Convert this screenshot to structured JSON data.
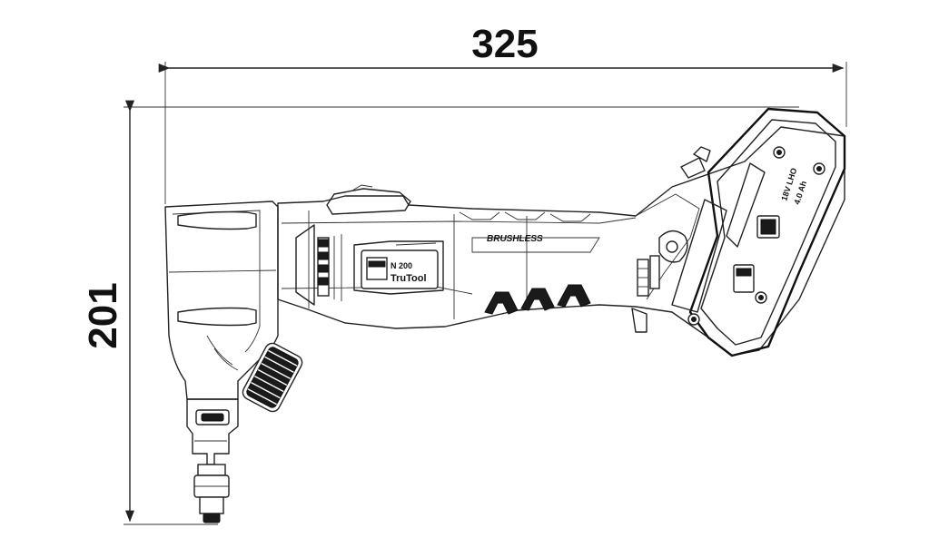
{
  "dimensions": {
    "width_label": "325",
    "height_label": "201"
  },
  "tool": {
    "logo_text": "TruTool",
    "model_text": "N 200",
    "brand_strip": "BRUSHLESS",
    "battery_voltage": "18V LHO",
    "battery_capacity": "4.0 Ah"
  },
  "colors": {
    "line": "#222222",
    "fill_dark": "#1a1a1a",
    "background": "#ffffff"
  }
}
